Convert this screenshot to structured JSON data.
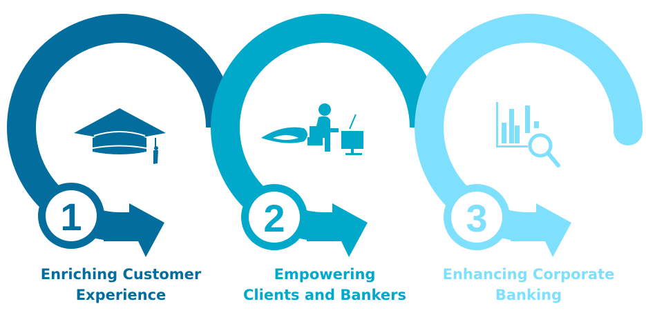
{
  "steps": [
    {
      "number": "1",
      "title_line1": "Enriching Customer",
      "title_line2": "Experience",
      "icon": "graduation-cap-icon",
      "color": "#036d9e"
    },
    {
      "number": "2",
      "title_line1": "Empowering",
      "title_line2": "Clients and Bankers",
      "icon": "person-at-desk-icon",
      "color": "#00a8c9"
    },
    {
      "number": "3",
      "title_line1": "Enhancing Corporate",
      "title_line2": "Banking",
      "icon": "chart-search-icon",
      "color": "#7fe0fd"
    }
  ]
}
